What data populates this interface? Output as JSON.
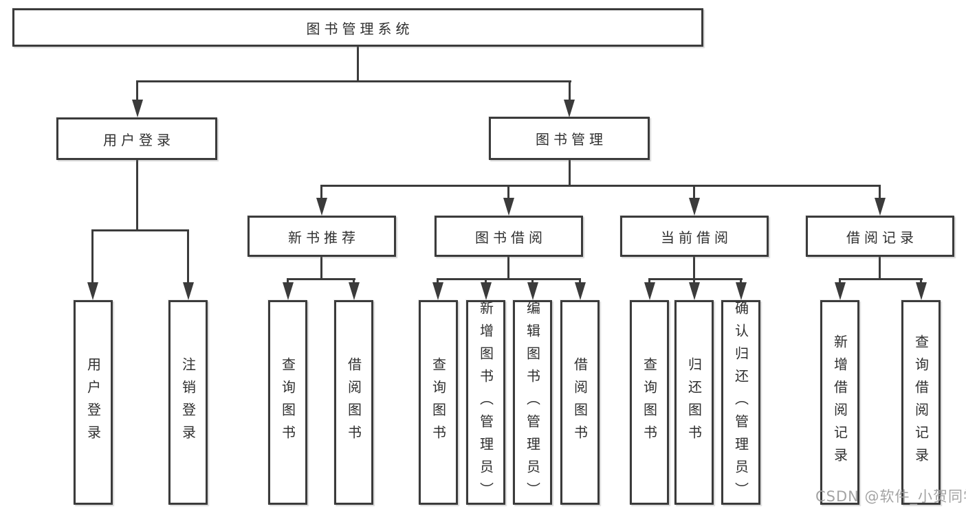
{
  "diagram_title": "图书管理系统",
  "colors": {
    "line": "#3b3b3b",
    "box_border": "#3b3b3b",
    "text": "#2f2f2f",
    "watermark": "#9e9e9e",
    "background": "#ffffff"
  },
  "tree": {
    "root": {
      "label": "图书管理系统",
      "children": [
        {
          "label": "用户登录",
          "children": [
            {
              "label": "用户登录"
            },
            {
              "label": "注销登录"
            }
          ]
        },
        {
          "label": "图书管理",
          "children": [
            {
              "label": "新书推荐",
              "children": [
                {
                  "label": "查询图书"
                },
                {
                  "label": "借阅图书"
                }
              ]
            },
            {
              "label": "图书借阅",
              "children": [
                {
                  "label": "查询图书"
                },
                {
                  "label": "新增图书（管理员）"
                },
                {
                  "label": "编辑图书（管理员）"
                },
                {
                  "label": "借阅图书"
                }
              ]
            },
            {
              "label": "当前借阅",
              "children": [
                {
                  "label": "查询图书"
                },
                {
                  "label": "归还图书"
                },
                {
                  "label": "确认归还（管理员）"
                }
              ]
            },
            {
              "label": "借阅记录",
              "children": [
                {
                  "label": "新增借阅记录"
                },
                {
                  "label": "查询借阅记录"
                }
              ]
            }
          ]
        }
      ]
    }
  },
  "watermark": "CSDN @软件_小贺同学"
}
